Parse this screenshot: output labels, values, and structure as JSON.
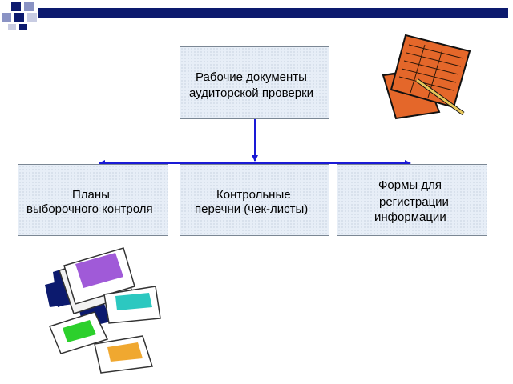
{
  "diagram": {
    "root": {
      "line1": "Рабочие документы",
      "line2": "аудиторской проверки"
    },
    "children": [
      {
        "line1": "Планы",
        "line2": "выборочного контроля"
      },
      {
        "line1": "Контрольные",
        "line2": "перечни (чек-листы)"
      },
      {
        "line1": "Формы для",
        "line2": "регистрации",
        "line3": "информации"
      }
    ],
    "colors": {
      "header_bar": "#0c1a6e",
      "connector": "#1a1ad6",
      "box_fill": "#e7eef7",
      "box_border": "#7b8794"
    }
  },
  "illustrations": [
    {
      "icon": "ledger-books-icon"
    },
    {
      "icon": "stacked-cards-icon"
    }
  ]
}
